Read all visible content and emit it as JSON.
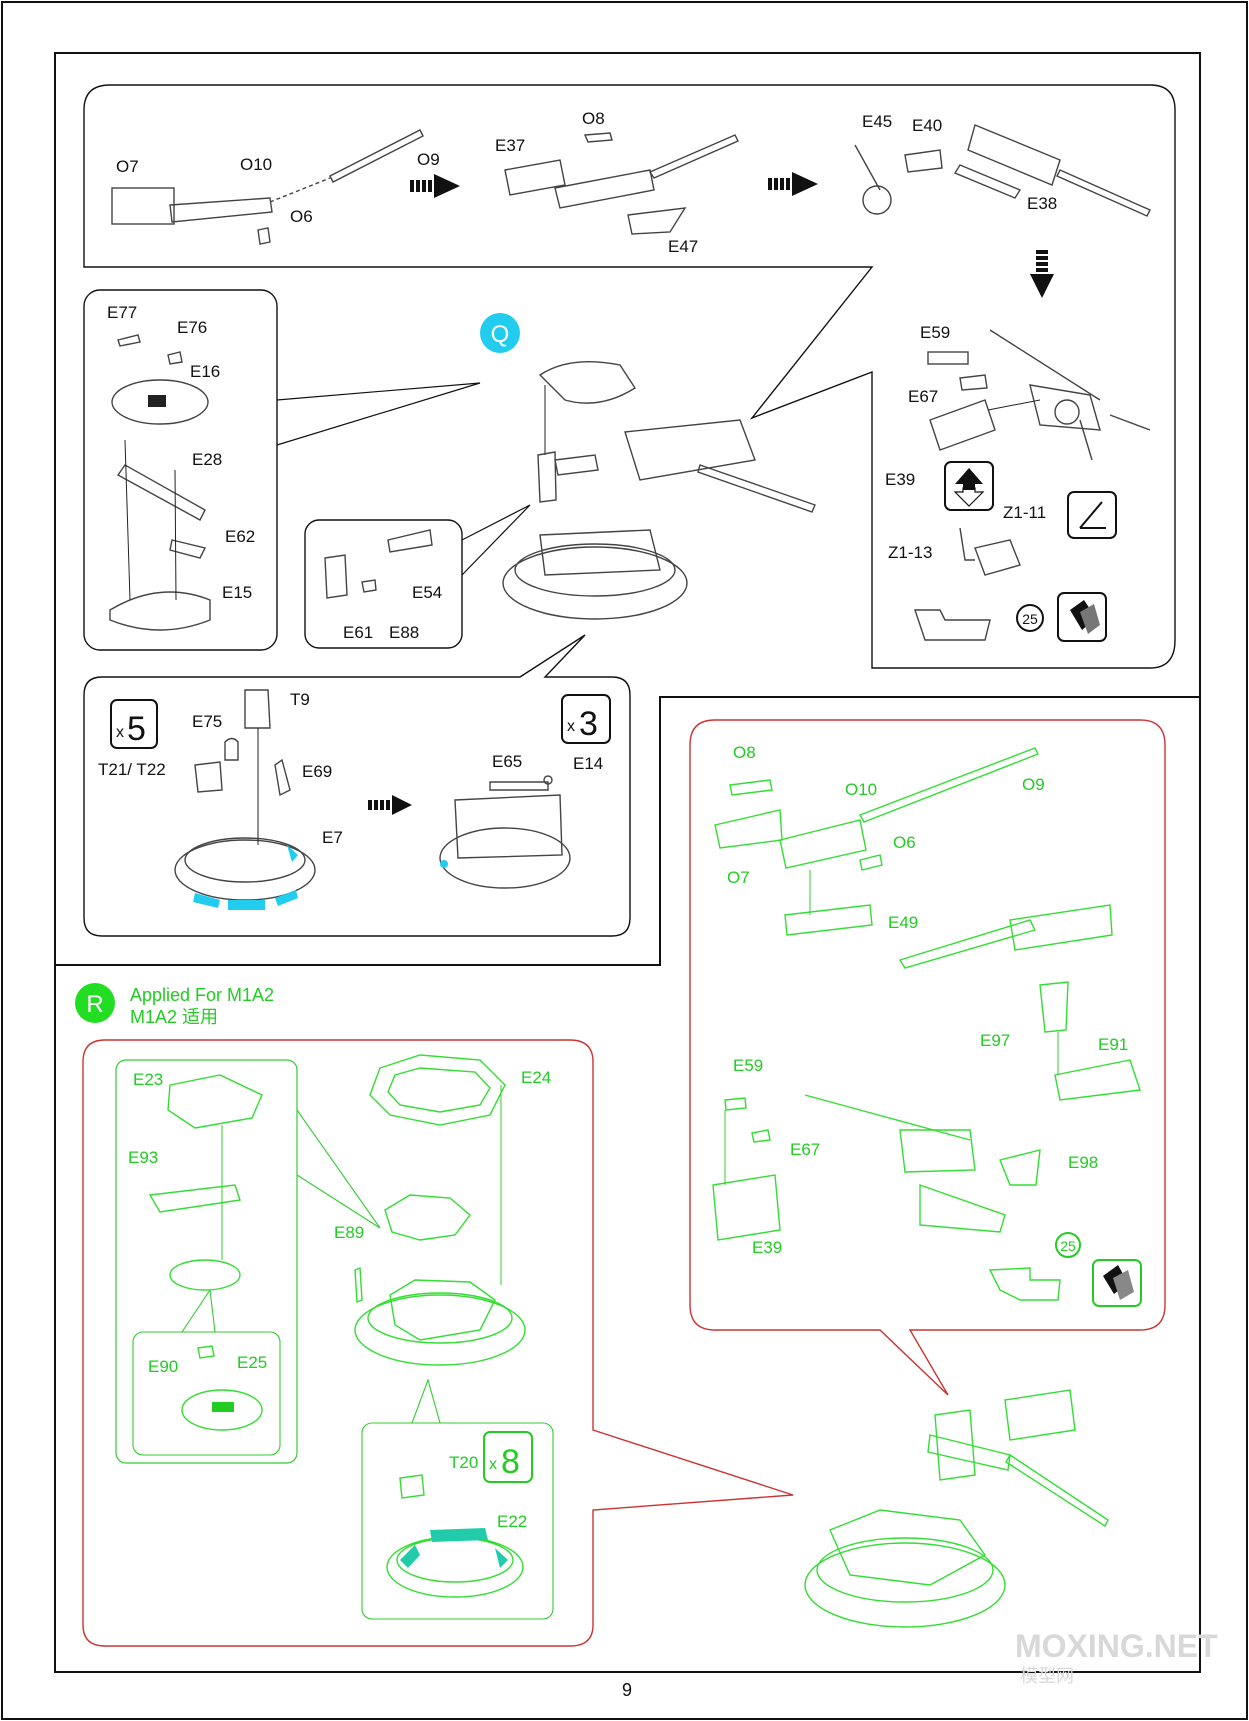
{
  "page_number": "9",
  "step_q": {
    "marker": "Q",
    "multipliers": {
      "x5": "5",
      "x3": "3",
      "x_prefix": "x"
    },
    "labels": {
      "O7": "O7",
      "O10": "O10",
      "O9": "O9",
      "O6": "O6",
      "O8": "O8",
      "E37": "E37",
      "E47": "E47",
      "E45": "E45",
      "E40": "E40",
      "E38": "E38",
      "E59": "E59",
      "E67": "E67",
      "E39": "E39",
      "Z1_11": "Z1-11",
      "Z1_13": "Z1-13",
      "ref25": "25",
      "E77": "E77",
      "E76": "E76",
      "E16": "E16",
      "E28": "E28",
      "E62": "E62",
      "E15": "E15",
      "E54": "E54",
      "E61": "E61",
      "E88": "E88",
      "T9": "T9",
      "E75": "E75",
      "T21_T22": "T21/ T22",
      "E69": "E69",
      "E7": "E7",
      "E65": "E65",
      "E14": "E14"
    }
  },
  "step_r": {
    "marker": "R",
    "title_en": "Applied For M1A2",
    "title_cn": "M1A2 适用",
    "multiplier": "8",
    "labels": {
      "O8": "O8",
      "O10": "O10",
      "O9": "O9",
      "O6": "O6",
      "O7": "O7",
      "E49": "E49",
      "E97": "E97",
      "E91": "E91",
      "E59": "E59",
      "E67": "E67",
      "E98": "E98",
      "E39": "E39",
      "ref25": "25",
      "E23": "E23",
      "E93": "E93",
      "E90": "E90",
      "E25": "E25",
      "E24": "E24",
      "E89": "E89",
      "T20": "T20",
      "E22": "E22"
    }
  },
  "watermark": {
    "line1": "MOXING.NET",
    "line2": "模型网"
  },
  "colors": {
    "black": "#111111",
    "green": "#22cc22",
    "cyan": "#22ccee",
    "red": "#cc3333"
  }
}
